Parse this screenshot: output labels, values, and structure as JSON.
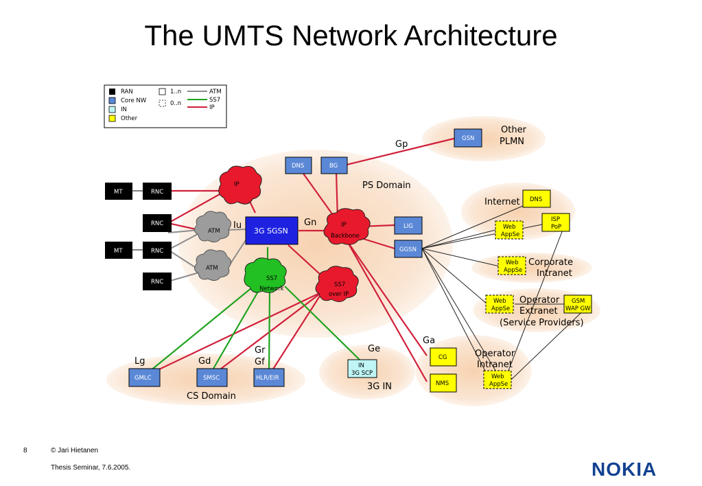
{
  "slide": {
    "title": "The UMTS Network Architecture",
    "page_number": "8",
    "author": "© Jari Hietanen",
    "event": "Thesis Seminar, 7.6.2005.",
    "logo": "NOKIA"
  },
  "legend": {
    "types": [
      "RAN",
      "Core NW",
      "IN",
      "Other"
    ],
    "multiplicity": [
      "1..n",
      "0..n"
    ],
    "links": [
      "ATM",
      "SS7",
      "IP"
    ]
  },
  "domains": {
    "ps": "PS Domain",
    "cs": "CS Domain",
    "in": "3G IN",
    "other_plmn": [
      "Other",
      "PLMN"
    ],
    "internet": "Internet",
    "corporate": [
      "Corporate",
      "Intranet"
    ],
    "operator_extranet": [
      "Operator",
      "Extranet",
      "(Service Providers)"
    ],
    "operator_intranet": [
      "Operator",
      "Intranet"
    ]
  },
  "nodes": {
    "mt": "MT",
    "rnc": "RNC",
    "sgsn": "3G SGSN",
    "dns": "DNS",
    "bg": "BG",
    "gsn": "GSN",
    "lig": "LIG",
    "ggsn": "GGSN",
    "gmlc": "GMLC",
    "smsc": "SMSC",
    "hlr": "HLR/EIR",
    "scp": [
      "IN",
      "3G SCP"
    ],
    "cg": "CG",
    "nms": "NMS",
    "internet_dns": "DNS",
    "isp": [
      "ISP",
      "PoP"
    ],
    "web": [
      "Web",
      "AppSe"
    ],
    "gsm": [
      "GSM",
      "WAP GW"
    ]
  },
  "clouds": {
    "ip": "IP",
    "ip_backbone": [
      "IP",
      "Backbone"
    ],
    "atm": "ATM",
    "ss7": [
      "SS7",
      "Network"
    ],
    "ss7_ip": [
      "SS7",
      "over IP"
    ]
  },
  "interfaces": {
    "iu": "Iu",
    "gn": "Gn",
    "gp": "Gp",
    "lg": "Lg",
    "gd": "Gd",
    "gr": "Gr",
    "gf": "Gf",
    "ge": "Ge",
    "ga": "Ga"
  },
  "colors": {
    "ran": "#000000",
    "core": "#5b88d6",
    "in": "#bff5f5",
    "other": "#ffff00",
    "atm": "#8c8c8c",
    "ss7": "#1fa31f",
    "ip": "#d0203a",
    "domain": "#f8d9bd"
  }
}
